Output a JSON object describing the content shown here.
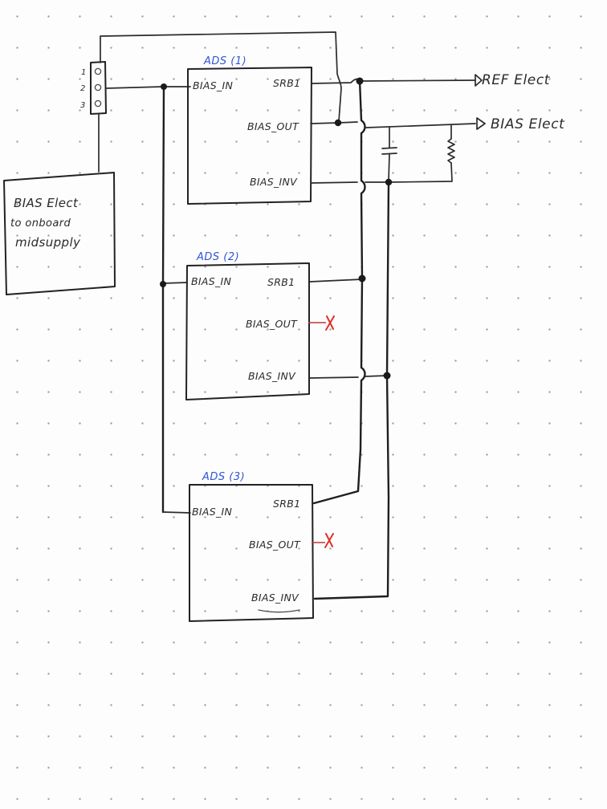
{
  "header": {
    "pin_numbers": [
      "1",
      "2",
      "3"
    ]
  },
  "note": {
    "lines": [
      "BIAS Elect",
      "to onboard",
      "midsupply"
    ]
  },
  "ads_blocks": [
    {
      "title": "ADS (1)",
      "pins": {
        "bias_in": "BIAS_IN",
        "srb1": "SRB1",
        "bias_out": "BIAS_OUT",
        "bias_inv": "BIAS_INV"
      },
      "bias_out_nc": false
    },
    {
      "title": "ADS (2)",
      "pins": {
        "bias_in": "BIAS_IN",
        "srb1": "SRB1",
        "bias_out": "BIAS_OUT",
        "bias_inv": "BIAS_INV"
      },
      "bias_out_nc": true
    },
    {
      "title": "ADS (3)",
      "pins": {
        "bias_in": "BIAS_IN",
        "srb1": "SRB1",
        "bias_out": "BIAS_OUT",
        "bias_inv": "BIAS_INV"
      },
      "bias_out_nc": true
    }
  ],
  "outputs": {
    "ref_label": "REF Elect",
    "bias_label": "BIAS Elect"
  },
  "colors": {
    "ink": "#2a2a2a",
    "title_blue": "#2f56d6",
    "no_connect_red": "#e0302a",
    "dot_grid": "#9a9a9a"
  }
}
